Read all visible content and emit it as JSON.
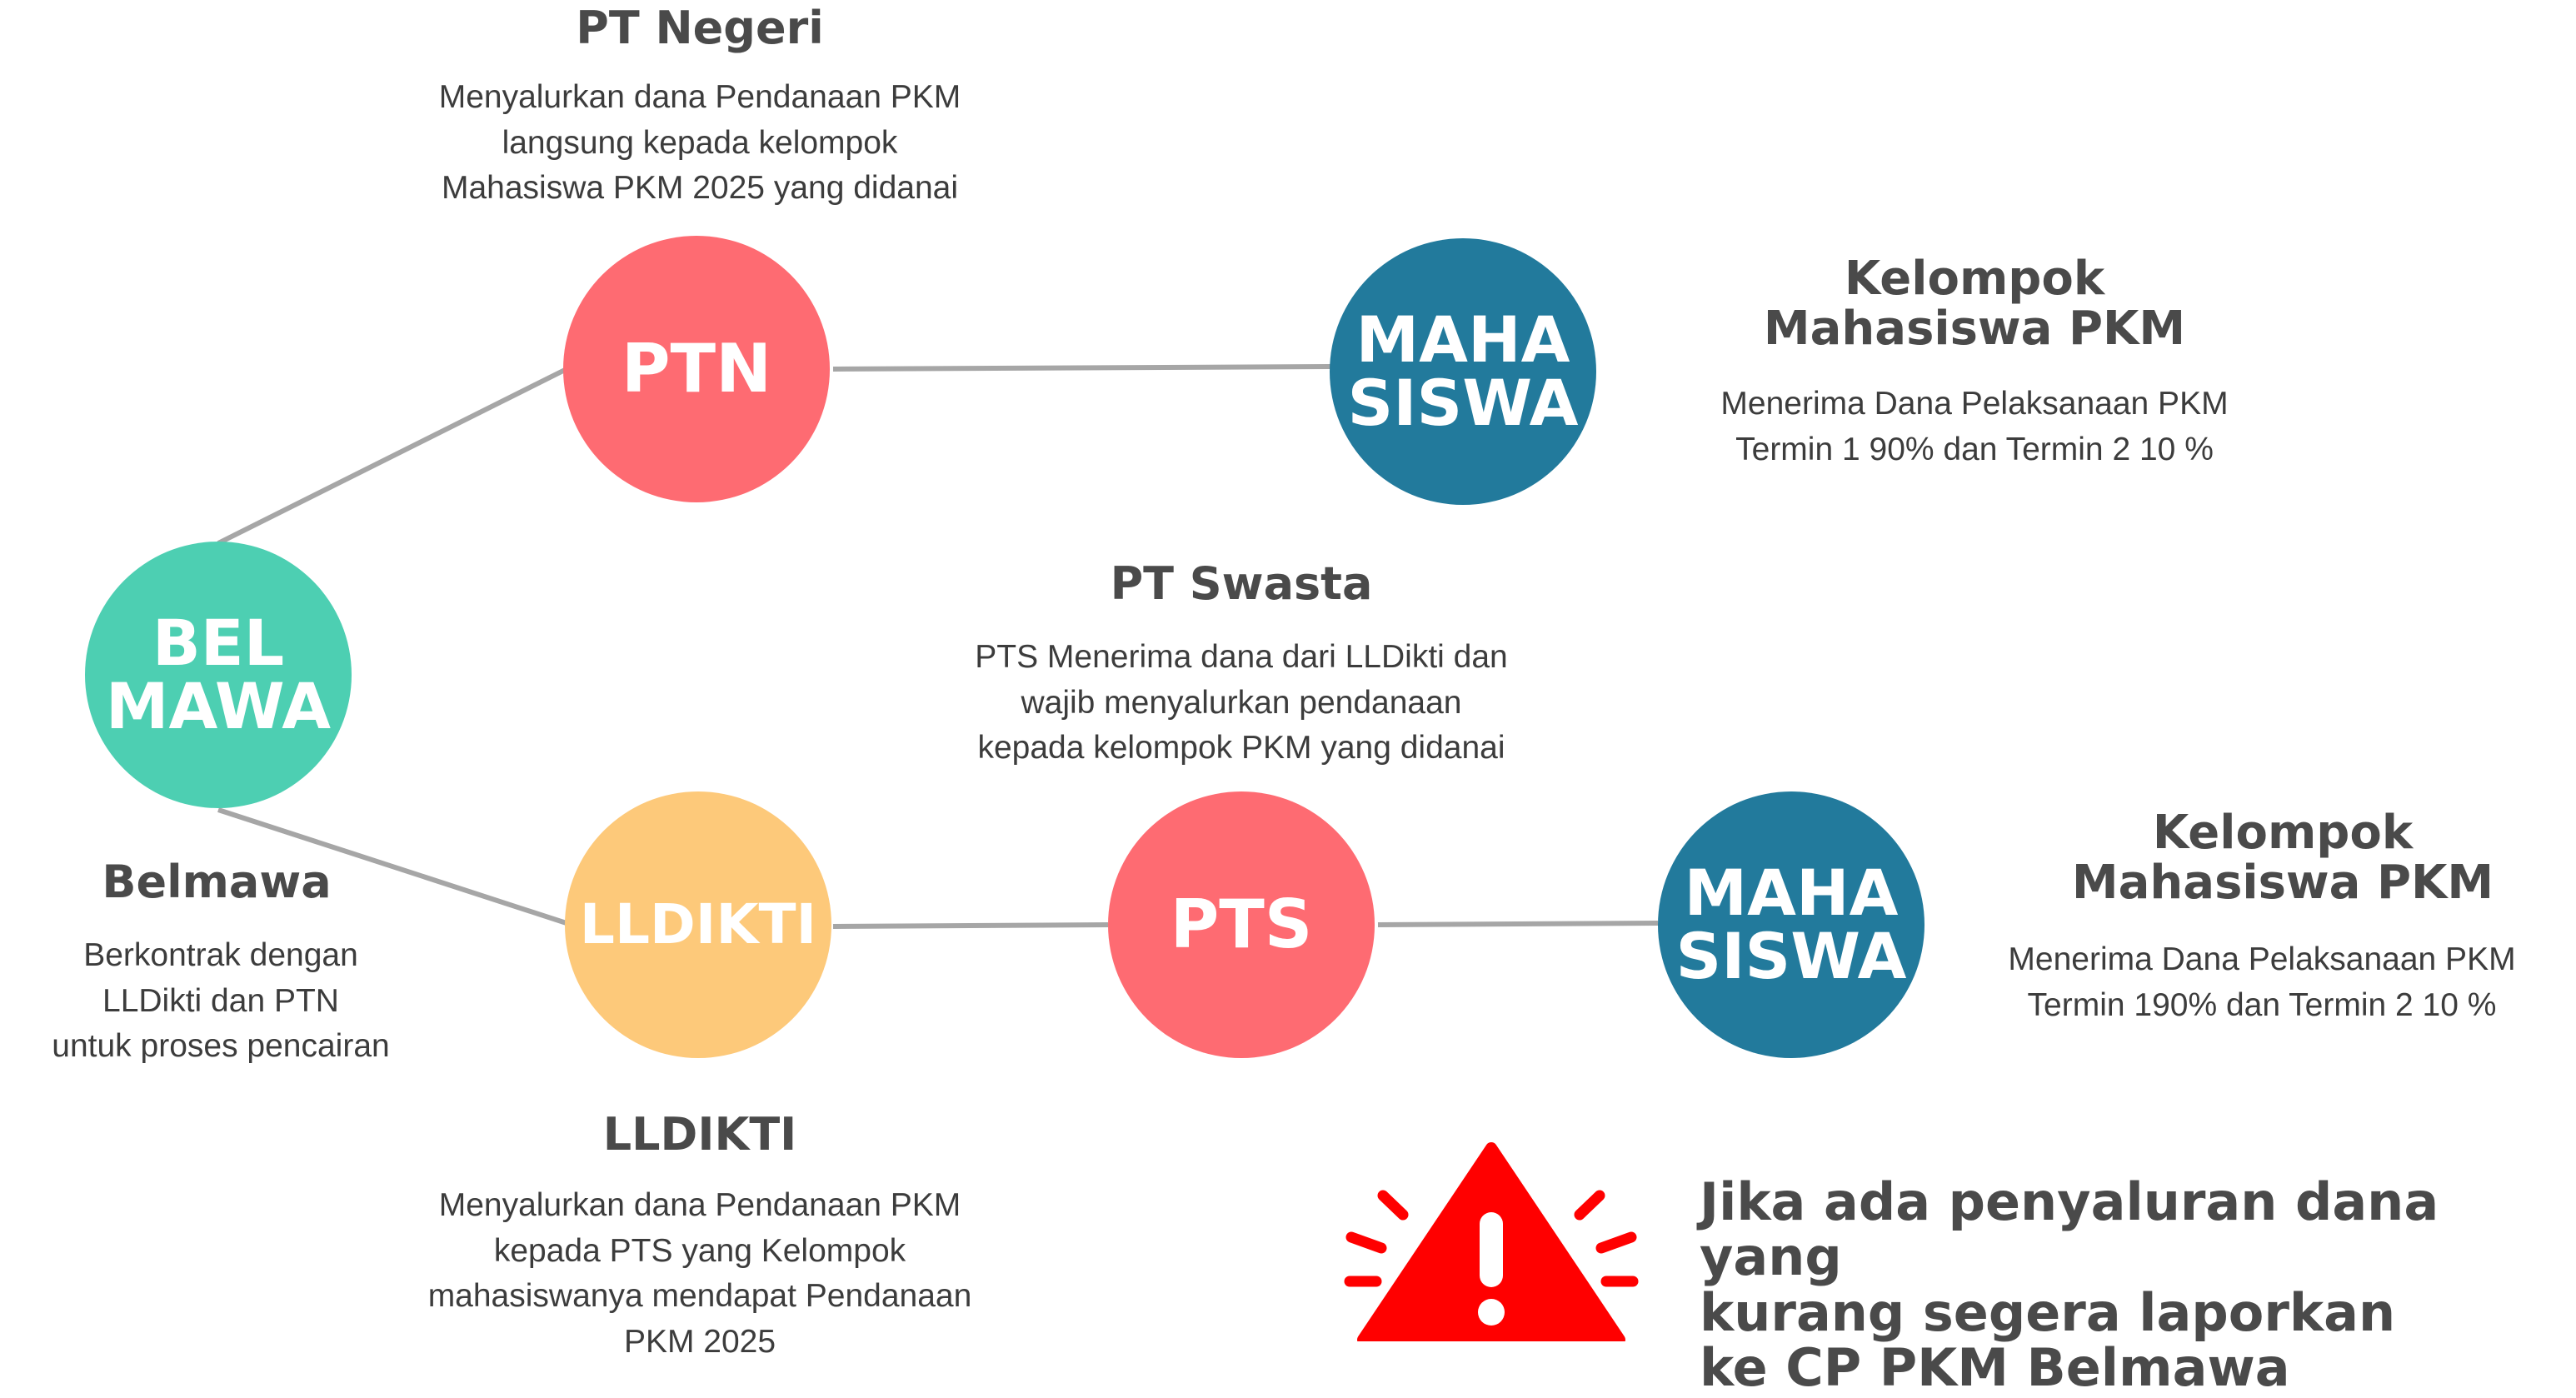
{
  "colors": {
    "belmawa": "#4dcfb2",
    "ptn": "#fe6b72",
    "pts": "#fe6b72",
    "lldikti": "#fdc97a",
    "mahasiswa": "#227a9c",
    "connector": "#a6a6a6",
    "warning": "#ff0000"
  },
  "nodes": {
    "belmawa": "BEL\nMAWA",
    "ptn": "PTN",
    "mahasiswa_1": "MAHA\nSISWA",
    "lldikti": "LLDIKTI",
    "pts": "PTS",
    "mahasiswa_2": "MAHA\nSISWA"
  },
  "labels": {
    "pt_negeri": {
      "title": "PT Negeri",
      "desc": "Menyalurkan dana Pendanaan PKM\nlangsung kepada kelompok\nMahasiswa PKM 2025 yang didanai"
    },
    "kelompok_1": {
      "title": "Kelompok\nMahasiswa PKM",
      "desc": "Menerima Dana Pelaksanaan PKM\nTermin 1  90% dan Termin 2 10 %"
    },
    "pt_swasta": {
      "title": "PT Swasta",
      "desc": "PTS Menerima dana dari LLDikti dan\nwajib menyalurkan pendanaan\nkepada kelompok PKM yang didanai"
    },
    "belmawa": {
      "title": "Belmawa",
      "desc": "Berkontrak dengan\nLLDikti dan PTN\nuntuk proses pencairan"
    },
    "kelompok_2": {
      "title": "Kelompok\nMahasiswa PKM",
      "desc": "Menerima Dana Pelaksanaan PKM\nTermin 190% dan Termin 2 10 %"
    },
    "lldikti": {
      "title": "LLDIKTI",
      "desc": "Menyalurkan dana Pendanaan PKM\nkepada PTS yang Kelompok\nmahasiswanya mendapat Pendanaan\nPKM 2025"
    }
  },
  "warning": {
    "icon": "warning-triangle-icon",
    "text": "Jika ada penyaluran dana yang\nkurang segera laporkan\nke CP PKM Belmawa"
  }
}
